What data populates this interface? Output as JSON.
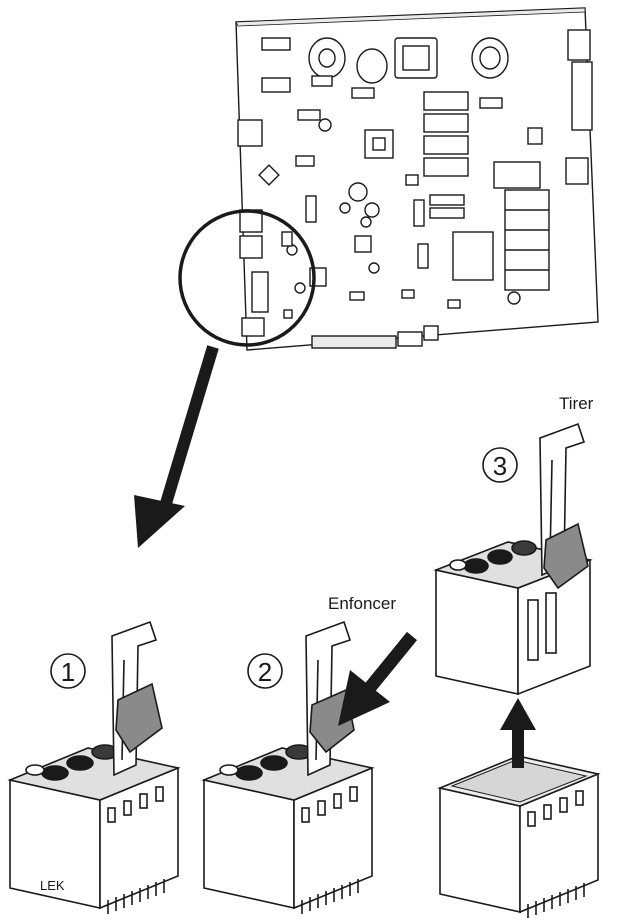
{
  "labels": {
    "push": "Enfoncer",
    "pull": "Tirer",
    "brand_mark": "LEK"
  },
  "steps": [
    {
      "number": "1"
    },
    {
      "number": "2"
    },
    {
      "number": "3"
    }
  ],
  "colors": {
    "ink": "#1a1a1a",
    "lever_gray": "#8a8a8a",
    "socket_gray": "#d6d6d6",
    "board": "#ffffff"
  }
}
